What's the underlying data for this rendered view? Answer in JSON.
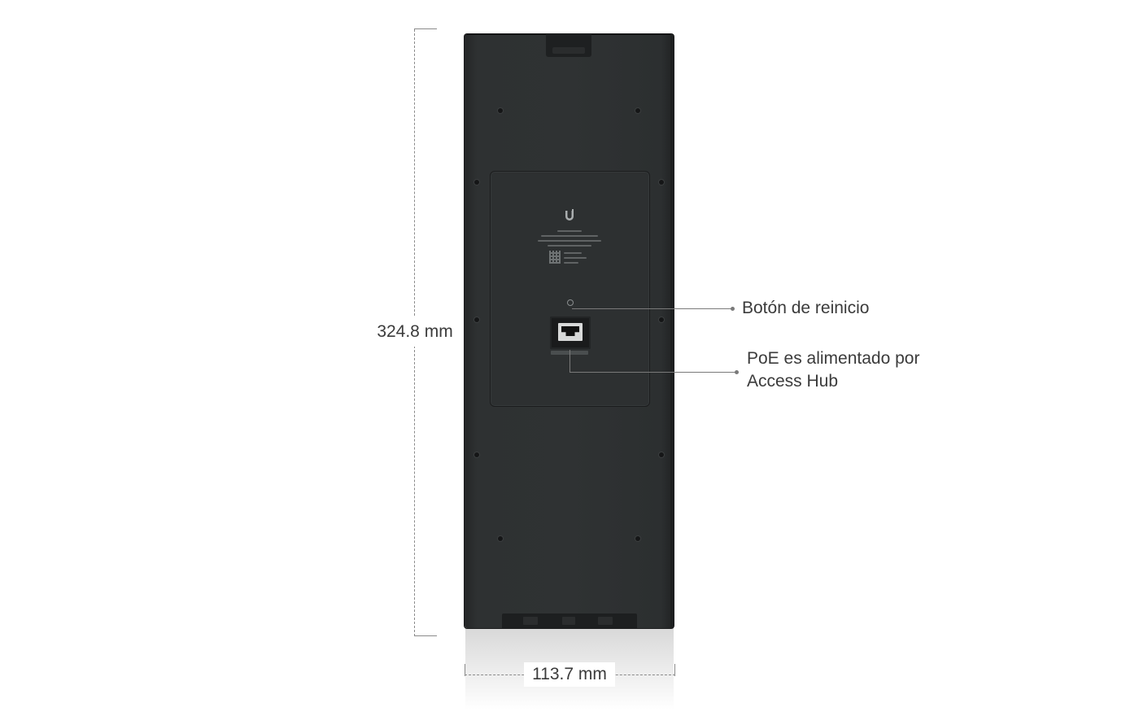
{
  "dimensions": {
    "height": "324.8 mm",
    "width": "113.7 mm"
  },
  "callouts": {
    "reset": "Botón de reinicio",
    "poe_line1": "PoE es alimentado por",
    "poe_line2": "Access Hub"
  },
  "colors": {
    "device_body": "#2f3233",
    "dimension_line": "#8a8a8a",
    "text": "#3b3b3b"
  }
}
